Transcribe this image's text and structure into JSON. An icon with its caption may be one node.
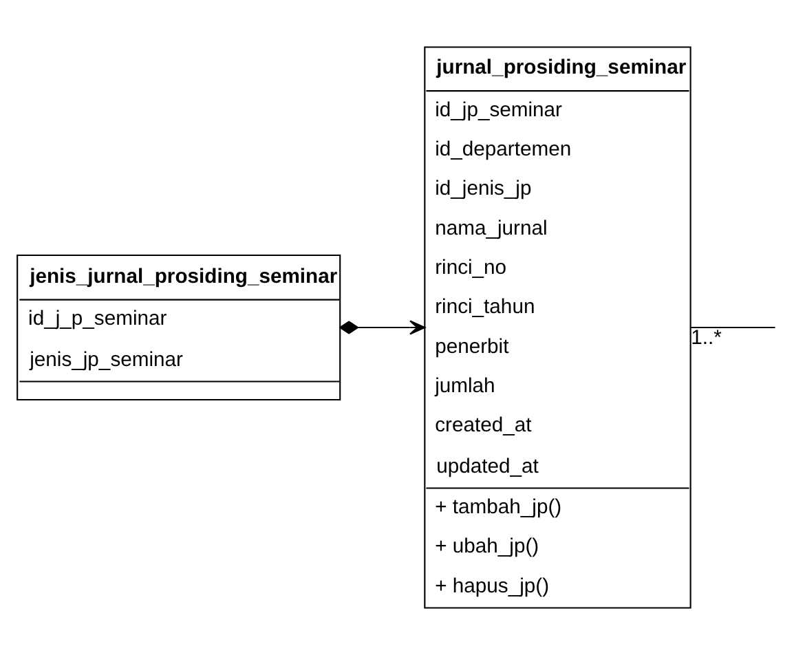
{
  "diagram": {
    "nodes": [
      {
        "text": [
          "jenis_jurnal_prosiding_seminar",
          "id_j_p_seminar",
          "jenis_jp_seminar"
        ]
      },
      {
        "text": [
          "jurnal_prosiding_seminar",
          "id_jp_seminar",
          "id_departemen",
          "id_jenis_jp",
          "nama_jurnal",
          "rinci_no",
          "rinci_tahun",
          "penerbit",
          "jumlah",
          "created_at",
          "updated_at",
          "+ tambah_jp()",
          "+ ubah_jp()",
          "+ hapus_jp()"
        ]
      }
    ],
    "edges": [
      {
        "from": 0,
        "to": 1,
        "arrow": "to"
      },
      {
        "from": 1,
        "to": null,
        "arrow": "none",
        "label": "1..*"
      }
    ]
  }
}
